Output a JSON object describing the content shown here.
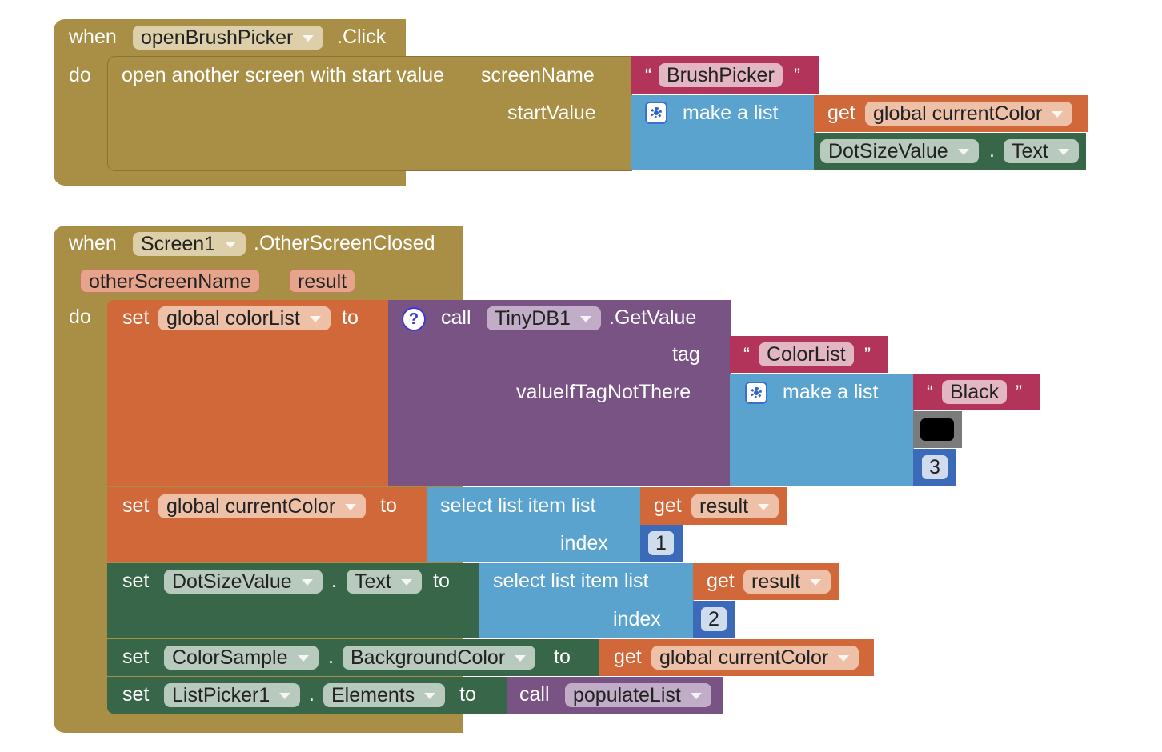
{
  "event1": {
    "when": "when",
    "component": "openBrushPicker",
    "event": ".Click",
    "do": "do",
    "statement": {
      "label": "open another screen with start value",
      "screen_name_label": "screenName",
      "start_value_label": "startValue",
      "screen_name_value": "BrushPicker",
      "make_list_label": "make a list",
      "get_label": "get",
      "get_var": "global currentColor",
      "prop_component": "DotSizeValue",
      "prop_dot": ".",
      "prop_name": "Text"
    }
  },
  "event2": {
    "when": "when",
    "component": "Screen1",
    "event": ".OtherScreenClosed",
    "param1": "otherScreenName",
    "param2": "result",
    "do": "do",
    "stmt1": {
      "set": "set",
      "var": "global colorList",
      "to": "to",
      "call": "call",
      "db": "TinyDB1",
      "method": ".GetValue",
      "tag_label": "tag",
      "tag_value": "ColorList",
      "default_label": "valueIfTagNotThere",
      "make_list_label": "make a list",
      "item1": "Black",
      "item3": "3"
    },
    "stmt2": {
      "set": "set",
      "var": "global currentColor",
      "to": "to",
      "select_label": "select list item  list",
      "index_label": "index",
      "get_label": "get",
      "get_var": "result",
      "index_value": "1"
    },
    "stmt3": {
      "set": "set",
      "component": "DotSizeValue",
      "dot": ".",
      "prop": "Text",
      "to": "to",
      "select_label": "select list item  list",
      "index_label": "index",
      "get_label": "get",
      "get_var": "result",
      "index_value": "2"
    },
    "stmt4": {
      "set": "set",
      "component": "ColorSample",
      "dot": ".",
      "prop": "BackgroundColor",
      "to": "to",
      "get_label": "get",
      "get_var": "global currentColor"
    },
    "stmt5": {
      "set": "set",
      "component": "ListPicker1",
      "dot": ".",
      "prop": "Elements",
      "to": "to",
      "call": "call",
      "proc": "populateList"
    }
  },
  "quote_open": "“",
  "quote_close": "”",
  "colors": {
    "event": "#a98e46",
    "text": "#b3345a",
    "list": "#5ba3cf",
    "variable": "#d0683a",
    "component": "#376648",
    "tinydb": "#7a5385",
    "procedure": "#7a5385",
    "math": "#3a6ab8",
    "color_black": "#000000"
  }
}
